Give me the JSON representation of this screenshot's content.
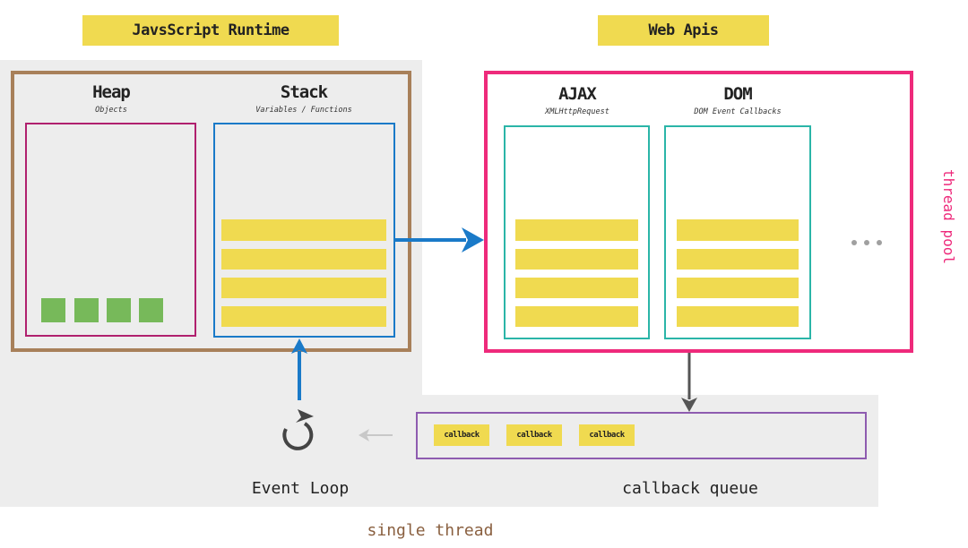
{
  "runtime": {
    "label": "JavsScript Runtime",
    "heap": {
      "title": "Heap",
      "subtitle": "Objects",
      "object_count": 4
    },
    "stack": {
      "title": "Stack",
      "subtitle": "Variables / Functions",
      "frame_count": 4
    }
  },
  "web_apis": {
    "label": "Web Apis",
    "ajax": {
      "title": "AJAX",
      "subtitle": "XMLHttpRequest",
      "item_count": 4
    },
    "dom": {
      "title": "DOM",
      "subtitle": "DOM Event Callbacks",
      "item_count": 4
    },
    "more": "...",
    "side_label": "thread pool"
  },
  "event_loop": {
    "label": "Event Loop"
  },
  "callback_queue": {
    "label": "callback queue",
    "items": [
      "callback",
      "callback",
      "callback"
    ]
  },
  "footer": {
    "label": "single thread"
  },
  "colors": {
    "yellow": "#f0da50",
    "runtime_border": "#a8805a",
    "heap_border": "#b0206e",
    "stack_border": "#1a7ac8",
    "webapi_border": "#ee2a7b",
    "webapi_item_border": "#2bb5a8",
    "queue_border": "#8e5cb0",
    "green": "#77b95a",
    "footer_text": "#8a6040"
  }
}
